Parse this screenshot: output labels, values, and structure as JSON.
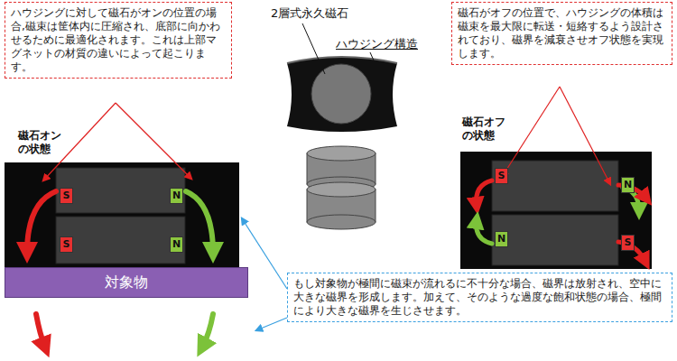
{
  "diagram": {
    "nodes": [
      {
        "text": [
          "ハウジングに対して磁石がオンの位置の場合,磁束は筐体内に圧縮され、底部に向かわせるために最適化されます。これは上部マグネットの材質の違いによって起こります。"
        ]
      },
      {
        "text": [
          "磁石がオフの位置で、ハウジングの体積は磁束を最大限に転送・短絡するよう設計されており、磁界を減衰させオフ状態を実現します。"
        ]
      },
      {
        "text": [
          "S"
        ]
      },
      {
        "text": [
          "N"
        ]
      },
      {
        "text": [
          "S"
        ]
      },
      {
        "text": [
          "N"
        ]
      },
      {
        "text": [
          "S"
        ]
      },
      {
        "text": [
          "N"
        ]
      },
      {
        "text": [
          "N"
        ]
      },
      {
        "text": [
          "S"
        ]
      },
      {
        "text": [
          "対象物"
        ]
      },
      {
        "text": [
          "もし対象物が極間に磁束が流れるに不十分な場合、磁界は放射され、空中に大きな磁界を形成します。加えて、そのような過度な飽和状態の場合、極間により大きな磁界を生じさせます。"
        ]
      }
    ],
    "labels": [
      "2層式永久磁石",
      "ハウジング構造",
      "磁石オンの状態",
      "磁石オフの状態"
    ]
  }
}
